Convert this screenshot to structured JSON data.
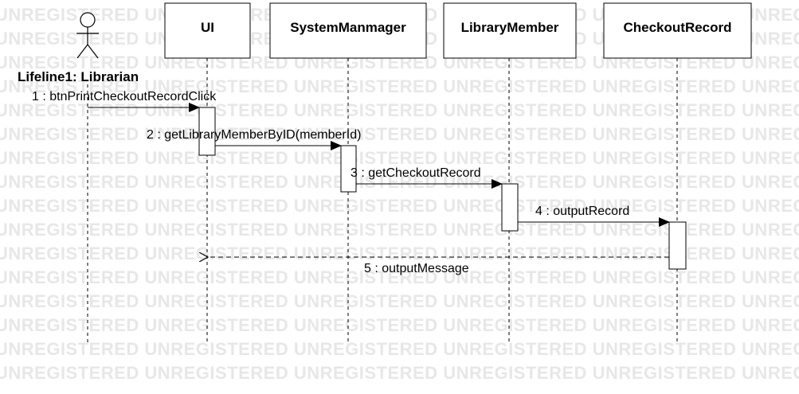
{
  "watermark": {
    "text": "UNREGISTERED"
  },
  "actor": {
    "label": "Lifeline1: Librarian"
  },
  "objects": [
    {
      "id": "ui",
      "label": "UI"
    },
    {
      "id": "sm",
      "label": "SystemManmager"
    },
    {
      "id": "lm",
      "label": "LibraryMember"
    },
    {
      "id": "cr",
      "label": "CheckoutRecord"
    }
  ],
  "messages": [
    {
      "label": "1 : btnPrintCheckoutRecordClick",
      "kind": "sync"
    },
    {
      "label": "2 : getLibraryMemberByID(memberId)",
      "kind": "sync"
    },
    {
      "label": "3 : getCheckoutRecord",
      "kind": "sync"
    },
    {
      "label": "4 : outputRecord",
      "kind": "sync"
    },
    {
      "label": "5 : outputMessage",
      "kind": "return"
    }
  ]
}
